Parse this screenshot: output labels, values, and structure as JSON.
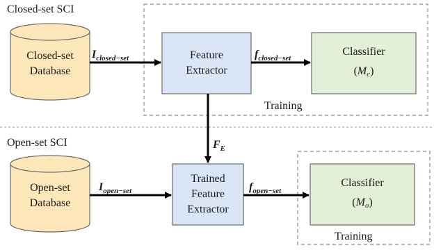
{
  "sections": {
    "closed_title": "Closed-set SCI",
    "open_title": "Open-set SCI"
  },
  "nodes": {
    "closed_db": {
      "line1": "Closed-set",
      "line2": "Database"
    },
    "open_db": {
      "line1": "Open-set",
      "line2": "Database"
    },
    "feature_extractor": {
      "line1": "Feature",
      "line2": "Extractor"
    },
    "trained_extractor": {
      "line1": "Trained",
      "line2": "Feature",
      "line3": "Extractor"
    },
    "classifier_c": {
      "line1": "Classifier",
      "symbol": "M",
      "sub": "c"
    },
    "classifier_o": {
      "line1": "Classifier",
      "symbol": "M",
      "sub": "o"
    }
  },
  "edges": {
    "i_closed": {
      "symbol": "I",
      "sub": "closed−set"
    },
    "f_closed": {
      "symbol": "f",
      "sub": "closed−set"
    },
    "f_e": {
      "symbol": "F",
      "sub": "E"
    },
    "i_open": {
      "symbol": "I",
      "sub": "open−set"
    },
    "f_open": {
      "symbol": "f",
      "sub": "open−set"
    }
  },
  "groups": {
    "training_top": "Training",
    "training_bottom": "Training"
  },
  "colors": {
    "database_fill": "#fde7b8",
    "extractor_fill": "#dae6f5",
    "classifier_fill": "#e3efd7",
    "border": "#6b6b6b",
    "dash": "#8a8a8a"
  }
}
